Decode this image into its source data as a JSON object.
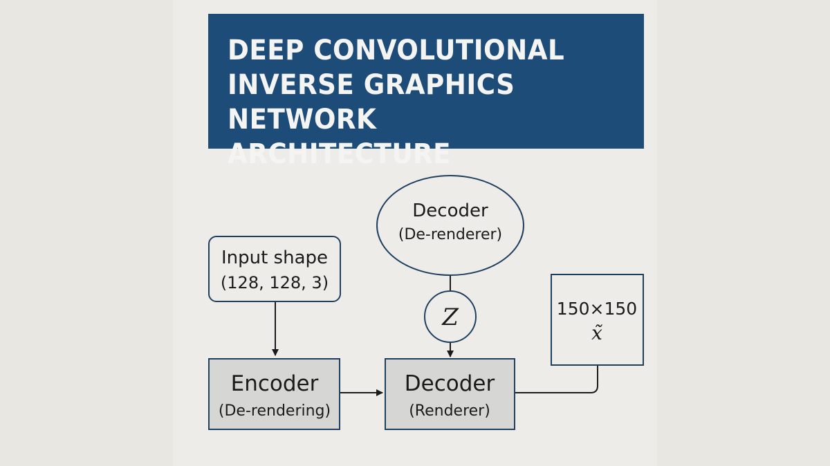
{
  "title": {
    "text": "DEEP CONVOLUTIONAL\nINVERSE GRAPHICS NETWORK\nARCHITECTURE"
  },
  "colors": {
    "banner": "#1e4c79",
    "node_fill": "#d6d6d4",
    "node_stroke": "#1e3f5e",
    "background": "#eeece8"
  },
  "nodes": {
    "input": {
      "line1": "Input shape",
      "line2": "(128, 128, 3)"
    },
    "decoder_top": {
      "line1": "Decoder",
      "line2": "(De-renderer)"
    },
    "z": {
      "label": "Z"
    },
    "output": {
      "line1": "150×150",
      "line2": "x̃"
    },
    "encoder": {
      "line1": "Encoder",
      "line2": "(De-rendering)"
    },
    "decoder": {
      "line1": "Decoder",
      "line2": "(Renderer)"
    }
  }
}
